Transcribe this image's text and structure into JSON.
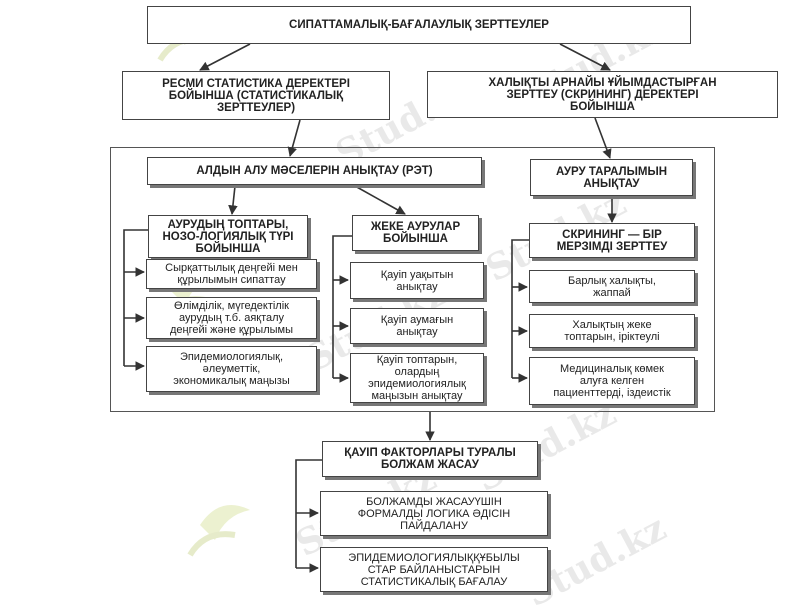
{
  "diagram": {
    "root": "СИПАТТАМАЛЫҚ-БАҒАЛАУЛЫҚ ЗЕРТТЕУЛЕР",
    "branch_left": "РЕСМИ СТАТИСТИКА ДЕРЕКТЕРІ\nБОЙЫНША (СТАТИСТИКАЛЫҚ\nЗЕРТТЕУЛЕР)",
    "branch_right": "ХАЛЫҚТЫ АРНАЙЫ ҰЙЫМДАСТЫРҒАН\nЗЕРТТЕУ (СКРИНИНГ) ДЕРЕКТЕРІ\nБОЙЫНША",
    "priority": "АЛДЫН АЛУ МӘСЕЛЕРІН АНЫҚТАУ (РЭТ)",
    "disease_groups": "АУРУДЫҢ ТОПТАРЫ,\nНОЗО-ЛОГИЯЛЫҚ ТҮРІ\nБОЙЫНША",
    "dg_items": [
      "Сырқаттылық деңгейі мен\nқұрылымын сипаттау",
      "Өлімділік, мүгедектілік\nаурудың т.б. аяқталу\nдеңгейі және құрылымы",
      "Эпидемиологиялық,\nәлеуметтік,\nэкономикалық маңызы"
    ],
    "separate_diseases": "ЖЕКЕ АУРУЛАР\nБОЙЫНША",
    "sd_items": [
      "Қауіп уақытын\nанықтау",
      "Қауіп аумағын\nанықтау",
      "Қауіп топтарын,\nолардың\nэпидемиологиялық\nмаңызын анықтау"
    ],
    "prevalence": "АУРУ ТАРАЛЫМЫН\nАНЫҚТАУ",
    "screening": "СКРИНИНГ — БІР\nМЕРЗІМДІ ЗЕРТТЕУ",
    "sc_items": [
      "Барлық халықты,\nжаппай",
      "Халықтың жеке\nтоптарын, іріктеулі",
      "Медициналық көмек\nалуға келген\nпациенттерді, іздеистік"
    ],
    "hypothesis": "ҚАУІП ФАКТОРЛАРЫ ТУРАЛЫ\nБОЛЖАМ ЖАСАУ",
    "hyp_items": [
      "БОЛЖАМДЫ ЖАСАУҮШІН\nФОРМАЛДЫ ЛОГИКА ӘДІСІН\nПАЙДАЛАНУ",
      "ЭПИДЕМИОЛОГИЯЛЫҚҚҰБЫЛЫ\nСТАР БАЙЛАНЫСТАРЫН\nСТАТИСТИКАЛЫҚ БАҒАЛАУ"
    ]
  },
  "watermark": {
    "text": "Stud.kz"
  },
  "colors": {
    "line": "#333333",
    "box_border": "#444444",
    "watermark": "#d8d8d8",
    "logo_accent": "#c9d87a"
  }
}
